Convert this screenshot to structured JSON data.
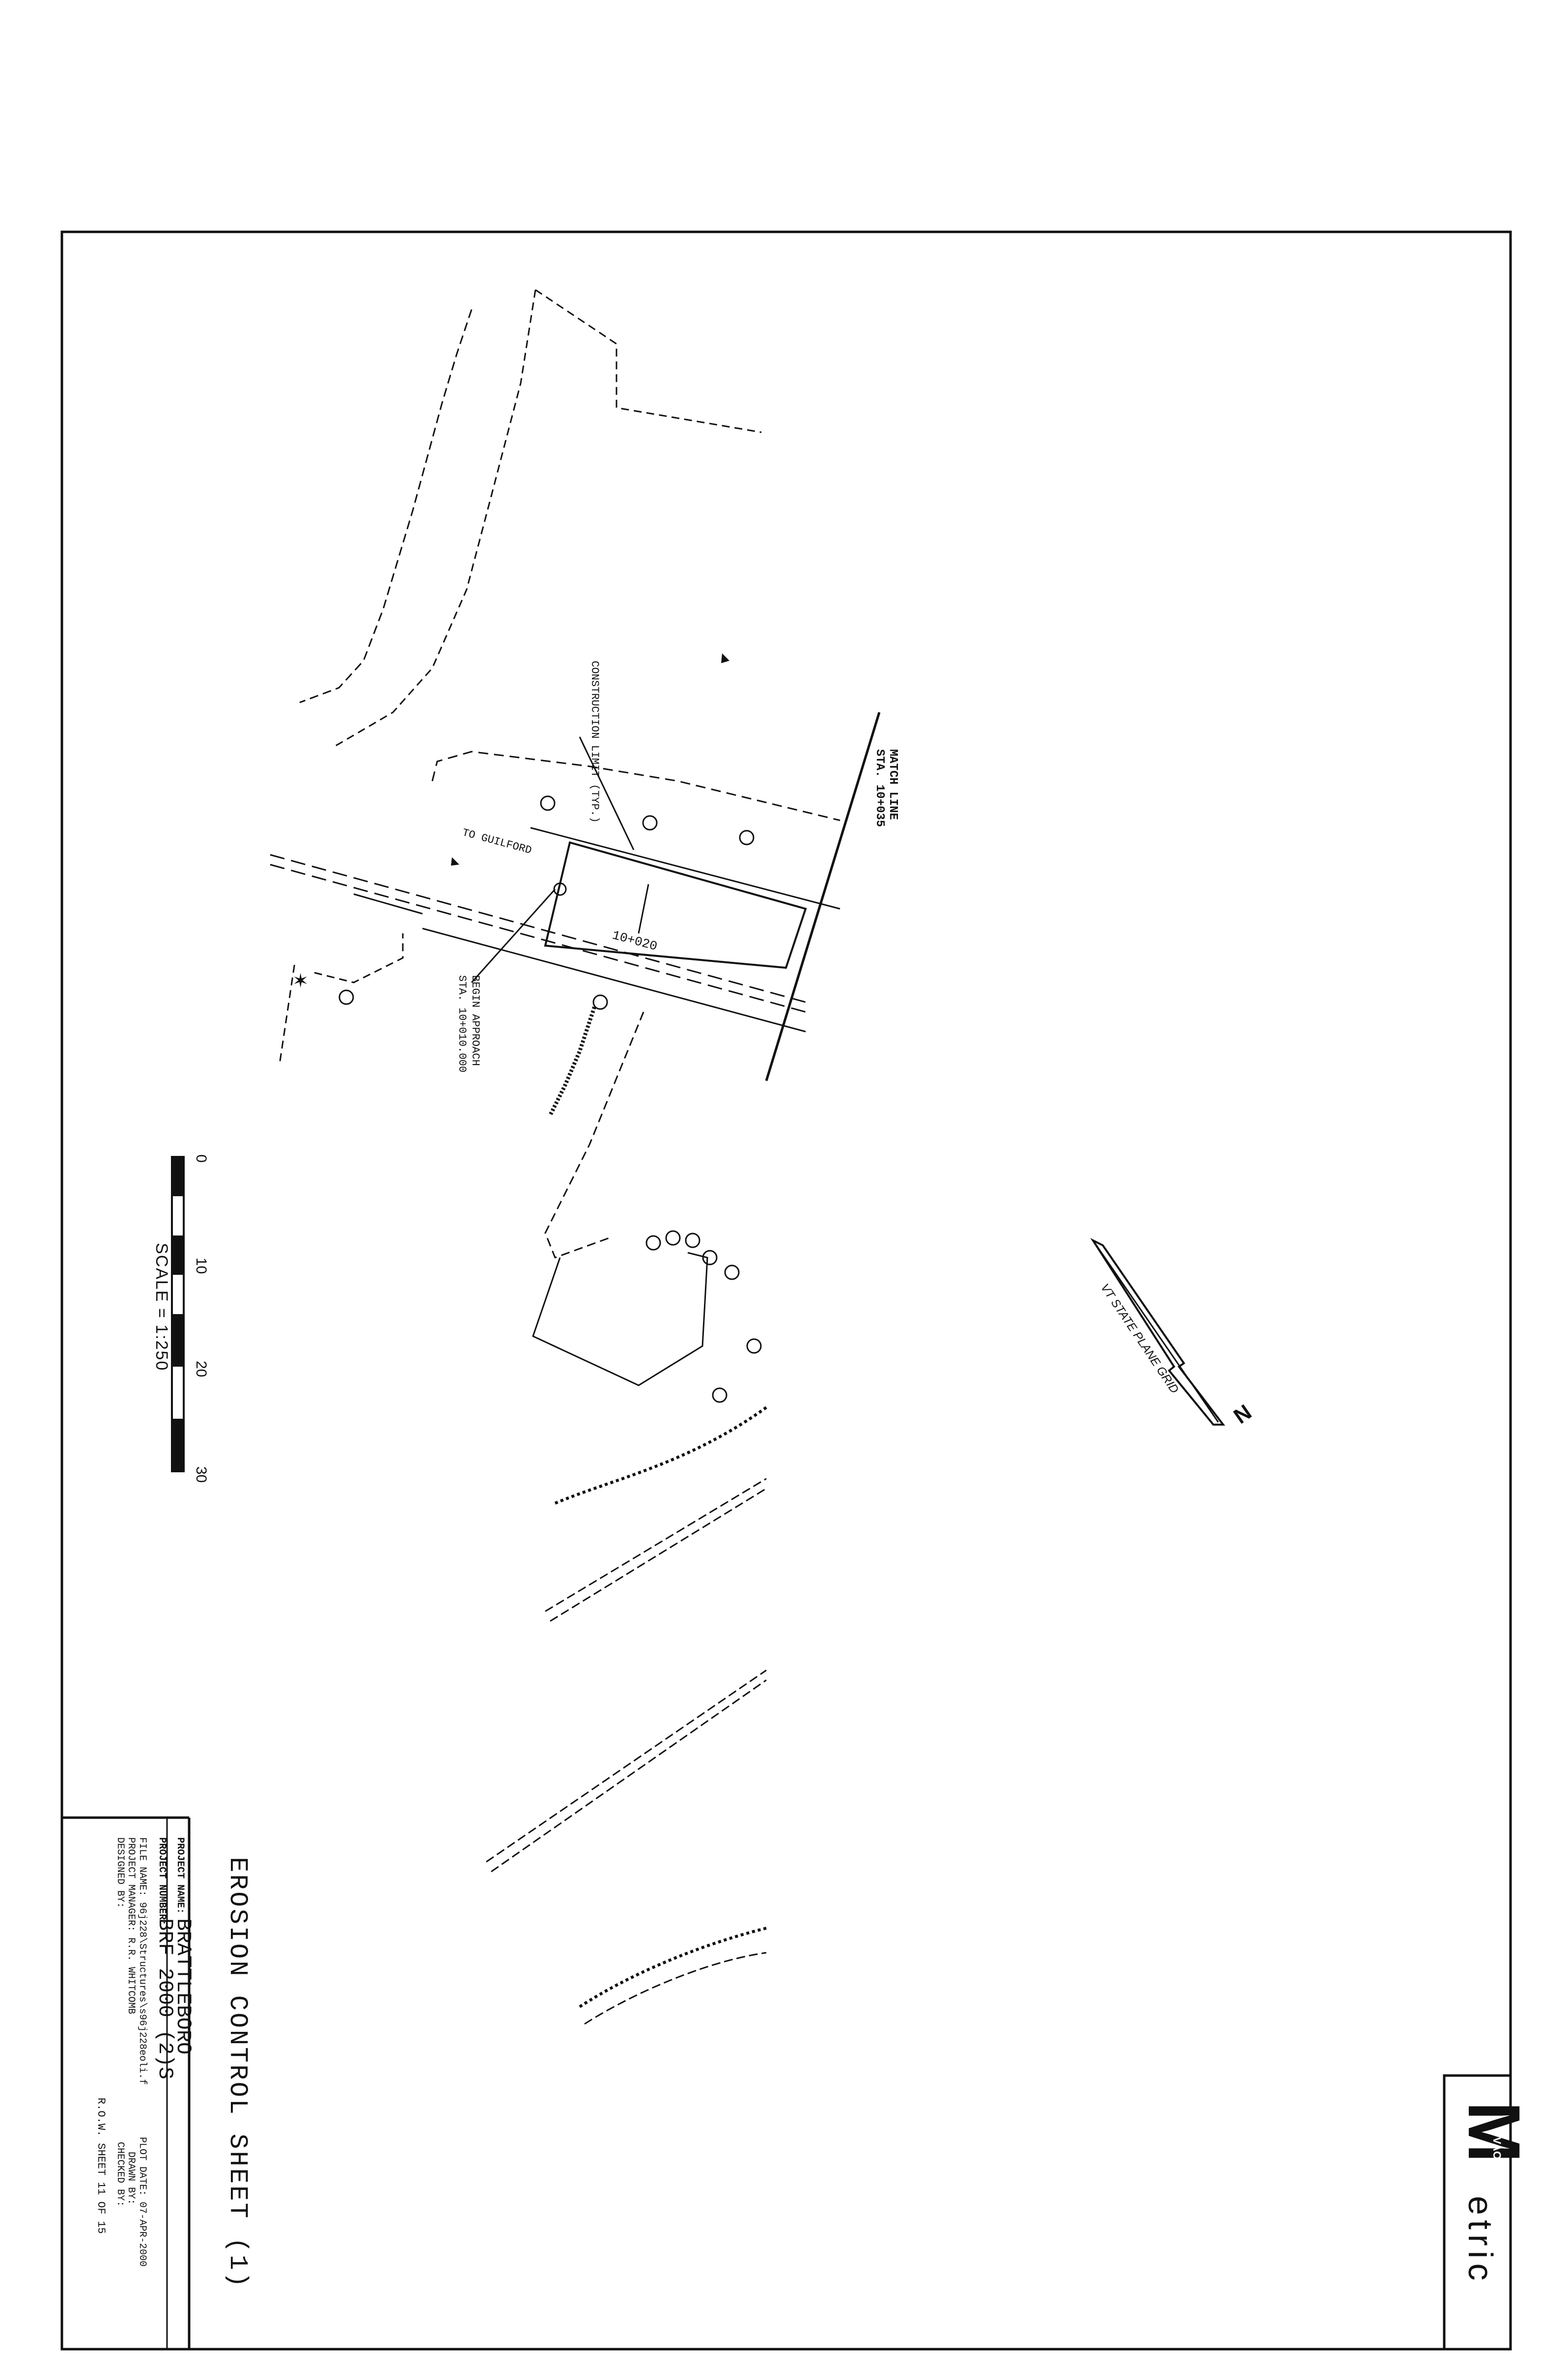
{
  "sheet": {
    "title": "EROSION CONTROL SHEET (1)",
    "project_name_label": "PROJECT NAME:",
    "project_name": "BRATTLEBORO",
    "project_number_label": "PROJECT NUMBER:",
    "project_number": "BRF 2000 (2)S",
    "file_name": "FILE NAME: 96j228\\Structures\\s96j228eoli.f",
    "project_manager": "PROJECT MANAGER: R.R. WHITCOMB",
    "designed_by": "DESIGNED BY:",
    "plot_date": "PLOT DATE: 07-APR-2000",
    "drawn_by": "DRAWN BY:",
    "checked_by": "CHECKED BY:",
    "row_sheet": "R.O.W. SHEET  11  OF  15"
  },
  "logo": {
    "mark": "M",
    "badge": "VAOT",
    "word": "etric"
  },
  "plan": {
    "construction_limit": "CONSTRUCTION LIMIT (TYP.)",
    "match_line_1": "MATCH LINE",
    "match_line_2": "STA. 10+035",
    "to_guilford": "TO GUILFORD",
    "station_label": "10+020",
    "begin_approach_1": "BEGIN APPROACH",
    "begin_approach_2": "STA. 10+010.000"
  },
  "scale": {
    "ticks": [
      "0",
      "10",
      "20",
      "30"
    ],
    "label": "SCALE = 1:250"
  },
  "north_arrow": {
    "label": "VT STATE PLANE GRID",
    "letter": "N"
  },
  "colors": {
    "ink": "#111111",
    "paper": "#ffffff"
  }
}
